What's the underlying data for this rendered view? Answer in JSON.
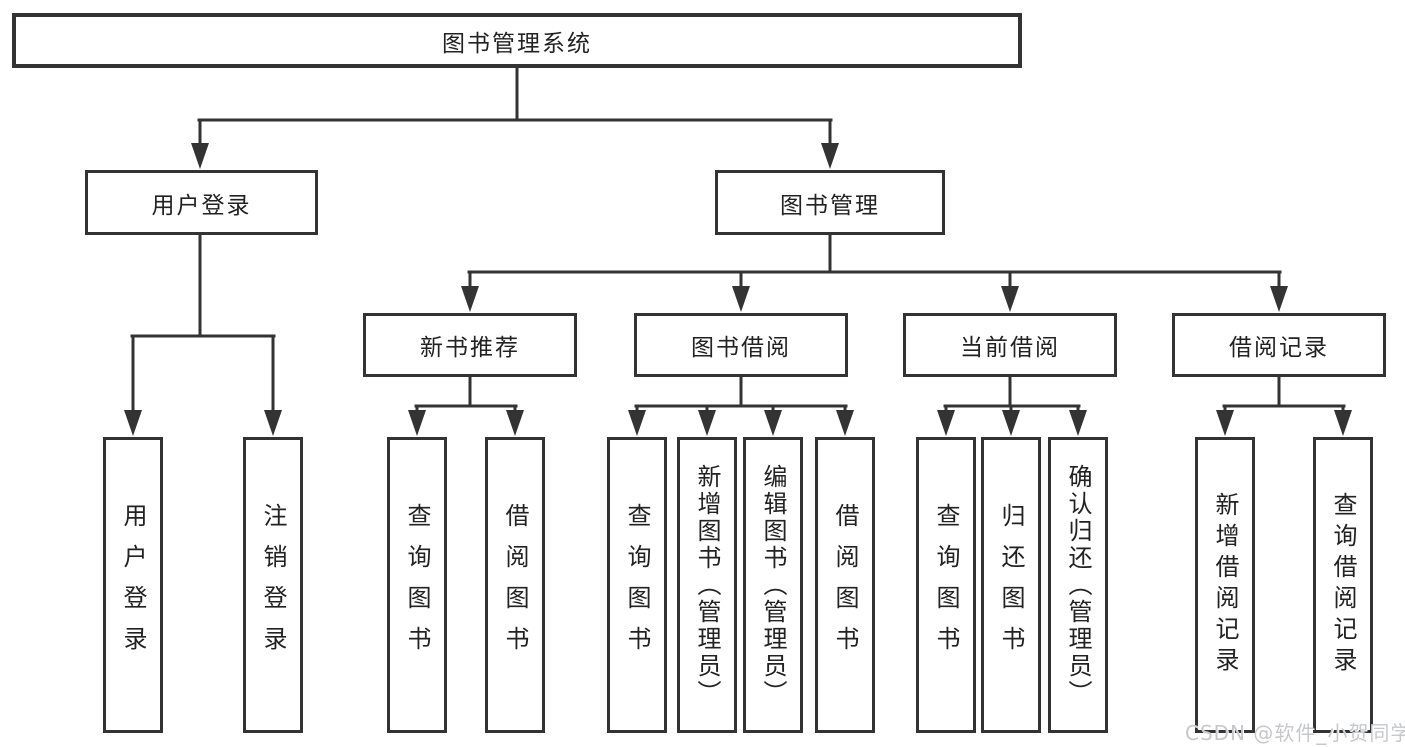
{
  "tree": {
    "root": "图书管理系统",
    "level2": [
      {
        "label": "用户登录",
        "children": [
          "用户登录",
          "注销登录"
        ]
      },
      {
        "label": "图书管理",
        "groups": [
          {
            "label": "新书推荐",
            "children": [
              "查询图书",
              "借阅图书"
            ]
          },
          {
            "label": "图书借阅",
            "children": [
              "查询图书",
              "新增图书（管理员）",
              "编辑图书（管理员）",
              "借阅图书"
            ]
          },
          {
            "label": "当前借阅",
            "children": [
              "查询图书",
              "归还图书",
              "确认归还（管理员）"
            ]
          },
          {
            "label": "借阅记录",
            "children": [
              "新增借阅记录",
              "查询借阅记录"
            ]
          }
        ]
      }
    ]
  },
  "watermark": {
    "text": "CSDN @软件_小贺同学"
  },
  "colors": {
    "line": "#333333",
    "box_border": "#333333",
    "box_background": "#ffffff",
    "text": "#222222",
    "watermark_text": "#c6c8cb"
  }
}
